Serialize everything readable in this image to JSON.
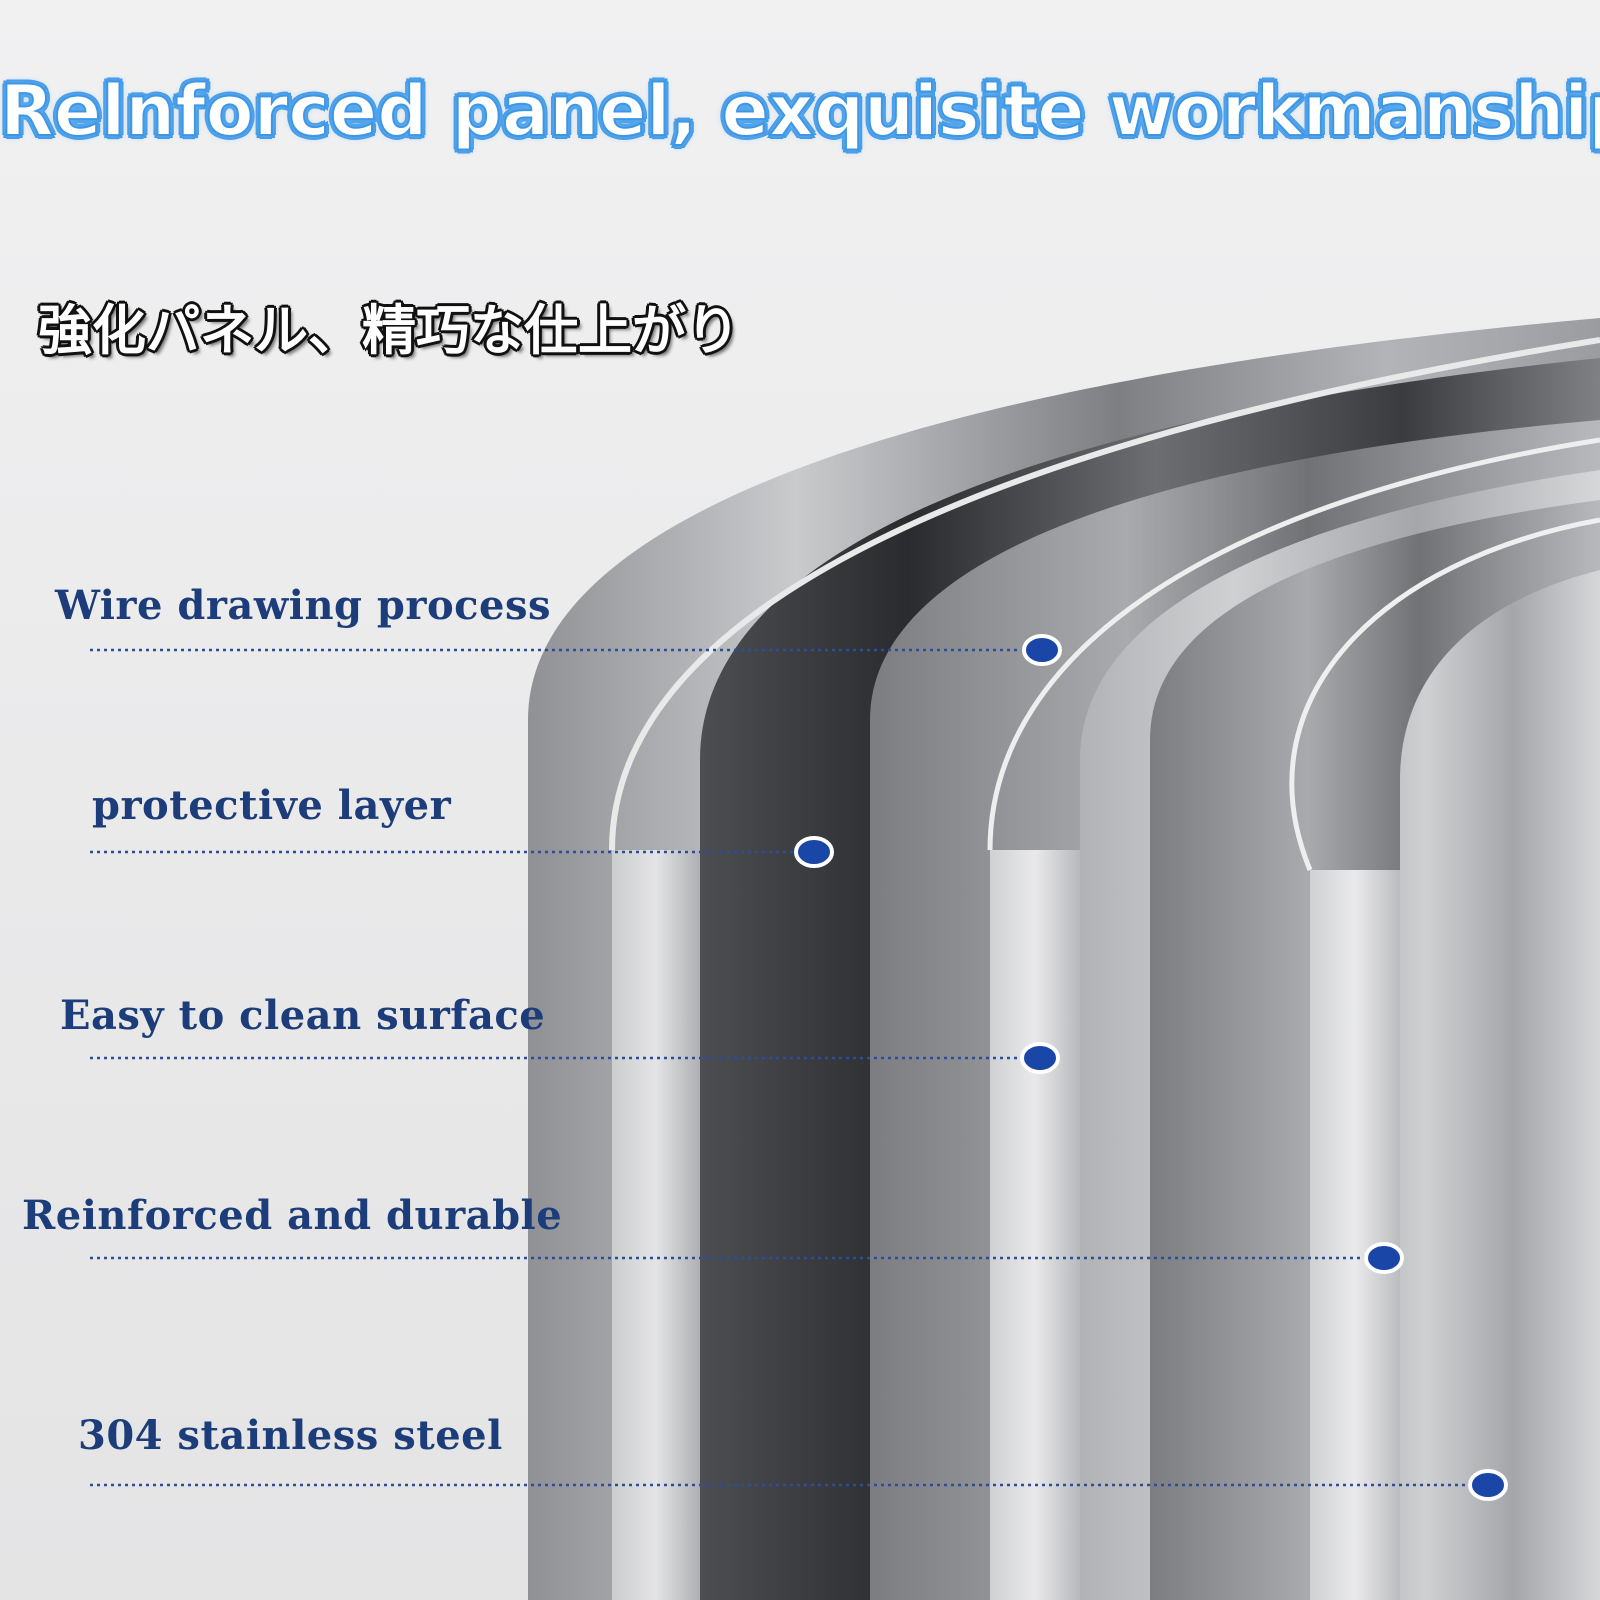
{
  "headline": "Relnforced panel, exquisite workmanship",
  "subtitle": "強化パネル、精巧な仕上がり",
  "features": [
    {
      "label": "Wire drawing process"
    },
    {
      "label": "protective layer"
    },
    {
      "label": "Easy to clean surface"
    },
    {
      "label": "Reinforced and durable"
    },
    {
      "label": "304 stainless steel"
    }
  ],
  "colors": {
    "headline_outline": "#3d97e6",
    "label_text": "#1c3d7a",
    "callout_dot": "#1a46a8",
    "background": "#ececed"
  }
}
